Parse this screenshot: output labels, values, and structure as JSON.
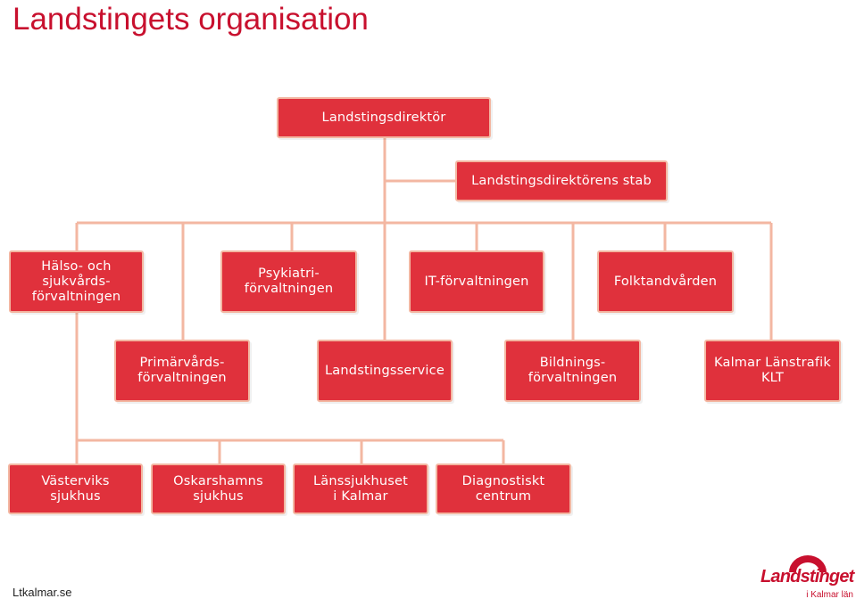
{
  "title": "Landstingets organisation",
  "colors": {
    "box": "#e0313c",
    "box_border": "#f3b7a2",
    "connector": "#f3b7a2",
    "title": "#c8102e"
  },
  "boxes": {
    "director": "Landstingsdirektör",
    "staff": "Landstingsdirektörens stab",
    "halso_sjukvard": "Hälso- och\nsjukvårds-\nförvaltningen",
    "psykiatri": "Psykiatri-\nförvaltningen",
    "it": "IT-förvaltningen",
    "folktandvarden": "Folktandvården",
    "primarvard": "Primärvårds-\nförvaltningen",
    "landstingsservice": "Landstingsservice",
    "bildning": "Bildnings-\nförvaltningen",
    "klt": "Kalmar Länstrafik\nKLT",
    "vasterviks": "Västerviks\nsjukhus",
    "oskarshamns": "Oskarshamns\nsjukhus",
    "lanssjukhuset": "Länssjukhuset\ni Kalmar",
    "diagnostiskt": "Diagnostiskt\ncentrum"
  },
  "footer": "Ltkalmar.se",
  "logo": {
    "name": "Landstinget",
    "sub": "i Kalmar län"
  }
}
